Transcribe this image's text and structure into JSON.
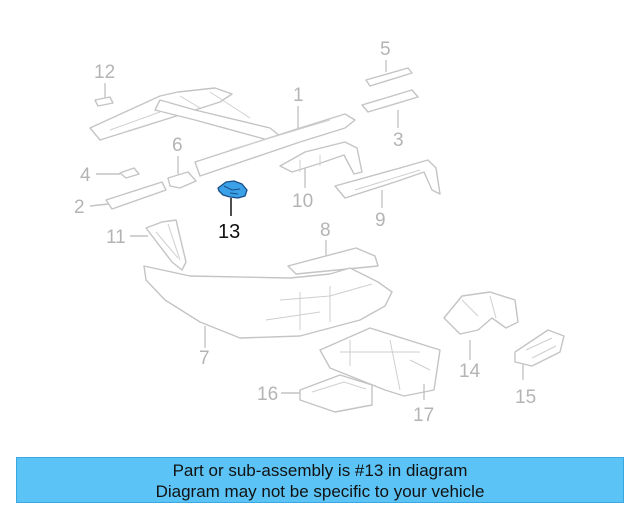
{
  "diagram": {
    "callouts": {
      "p1": "1",
      "p2": "2",
      "p3": "3",
      "p4": "4",
      "p5": "5",
      "p6": "6",
      "p7": "7",
      "p8": "8",
      "p9": "9",
      "p10": "10",
      "p11": "11",
      "p12": "12",
      "p13": "13",
      "p14": "14",
      "p15": "15",
      "p16": "16",
      "p17": "17"
    },
    "highlighted_part": "13"
  },
  "banner": {
    "line1": "Part or sub-assembly is #13 in diagram",
    "line2": "Diagram may not be specific to your vehicle"
  },
  "colors": {
    "banner_bg": "#5bc3f5",
    "highlight_fill": "#3aa0e8",
    "part_line": "#c4c4c4"
  }
}
